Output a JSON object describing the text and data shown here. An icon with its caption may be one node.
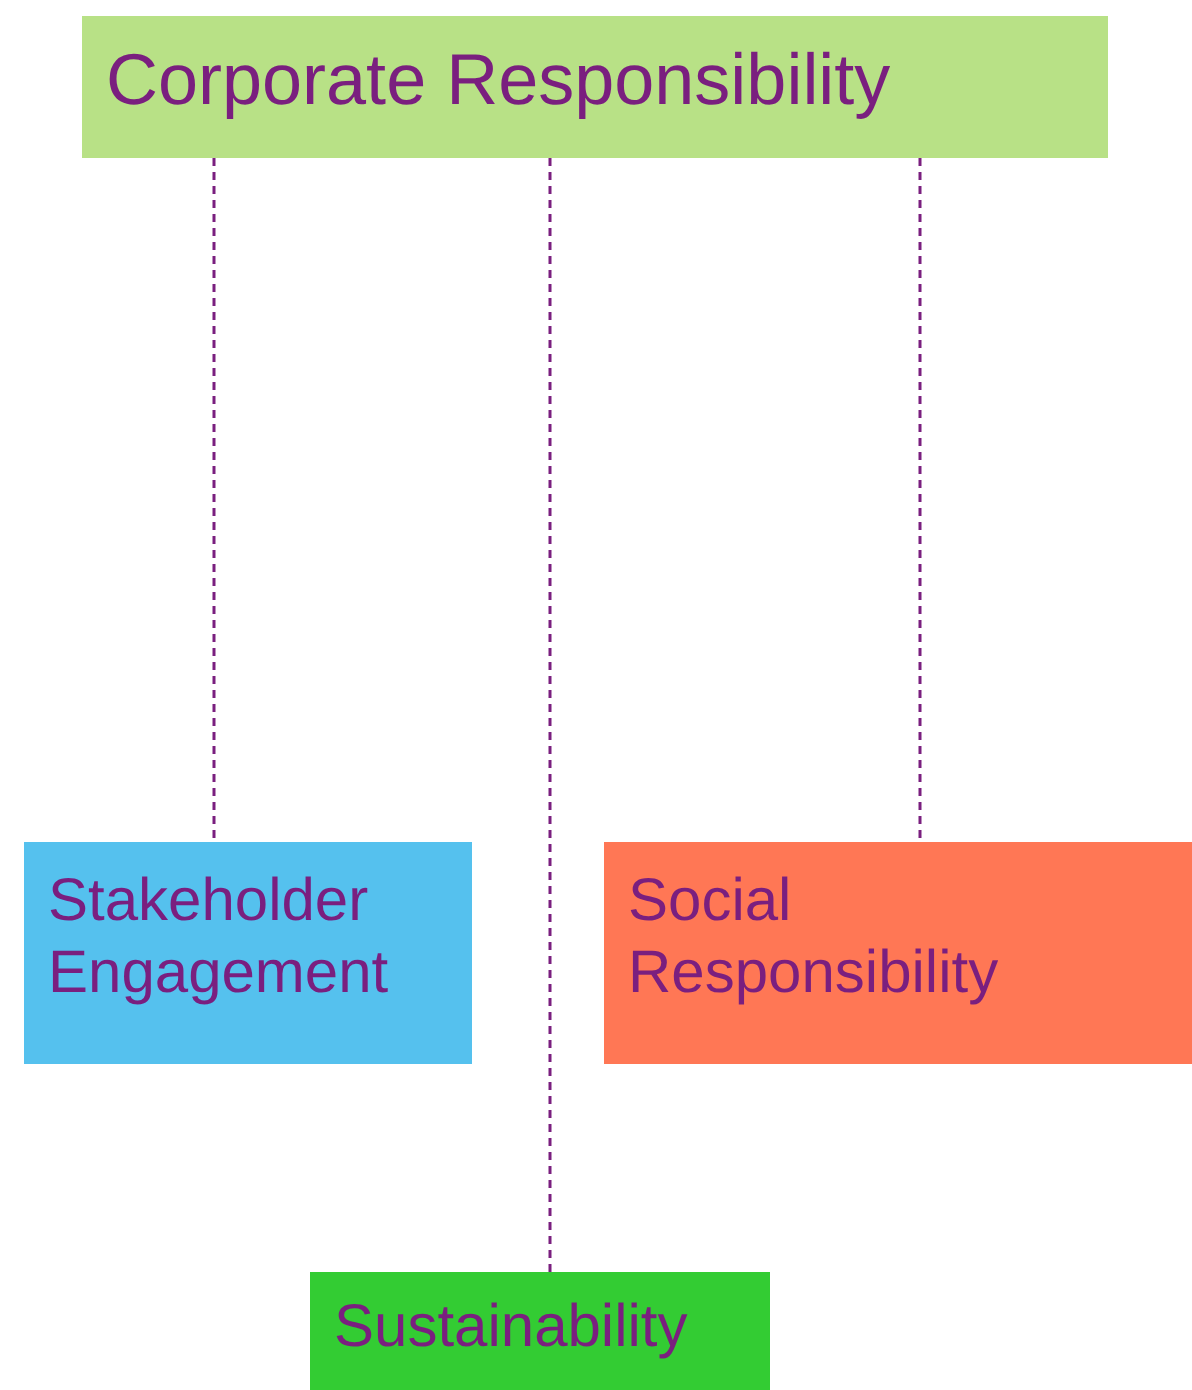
{
  "diagram": {
    "nodes": [
      {
        "text": [
          "Corporate Responsibility"
        ]
      },
      {
        "text": [
          "Stakeholder Engagement"
        ]
      },
      {
        "text": [
          "Social Responsibility"
        ]
      },
      {
        "text": [
          "Sustainability"
        ]
      }
    ],
    "edges": [
      {
        "from": 0,
        "to": 1,
        "arrow": "none",
        "style": "dashed"
      },
      {
        "from": 0,
        "to": 3,
        "arrow": "none",
        "style": "dashed"
      },
      {
        "from": 0,
        "to": 2,
        "arrow": "none",
        "style": "dashed"
      }
    ]
  }
}
